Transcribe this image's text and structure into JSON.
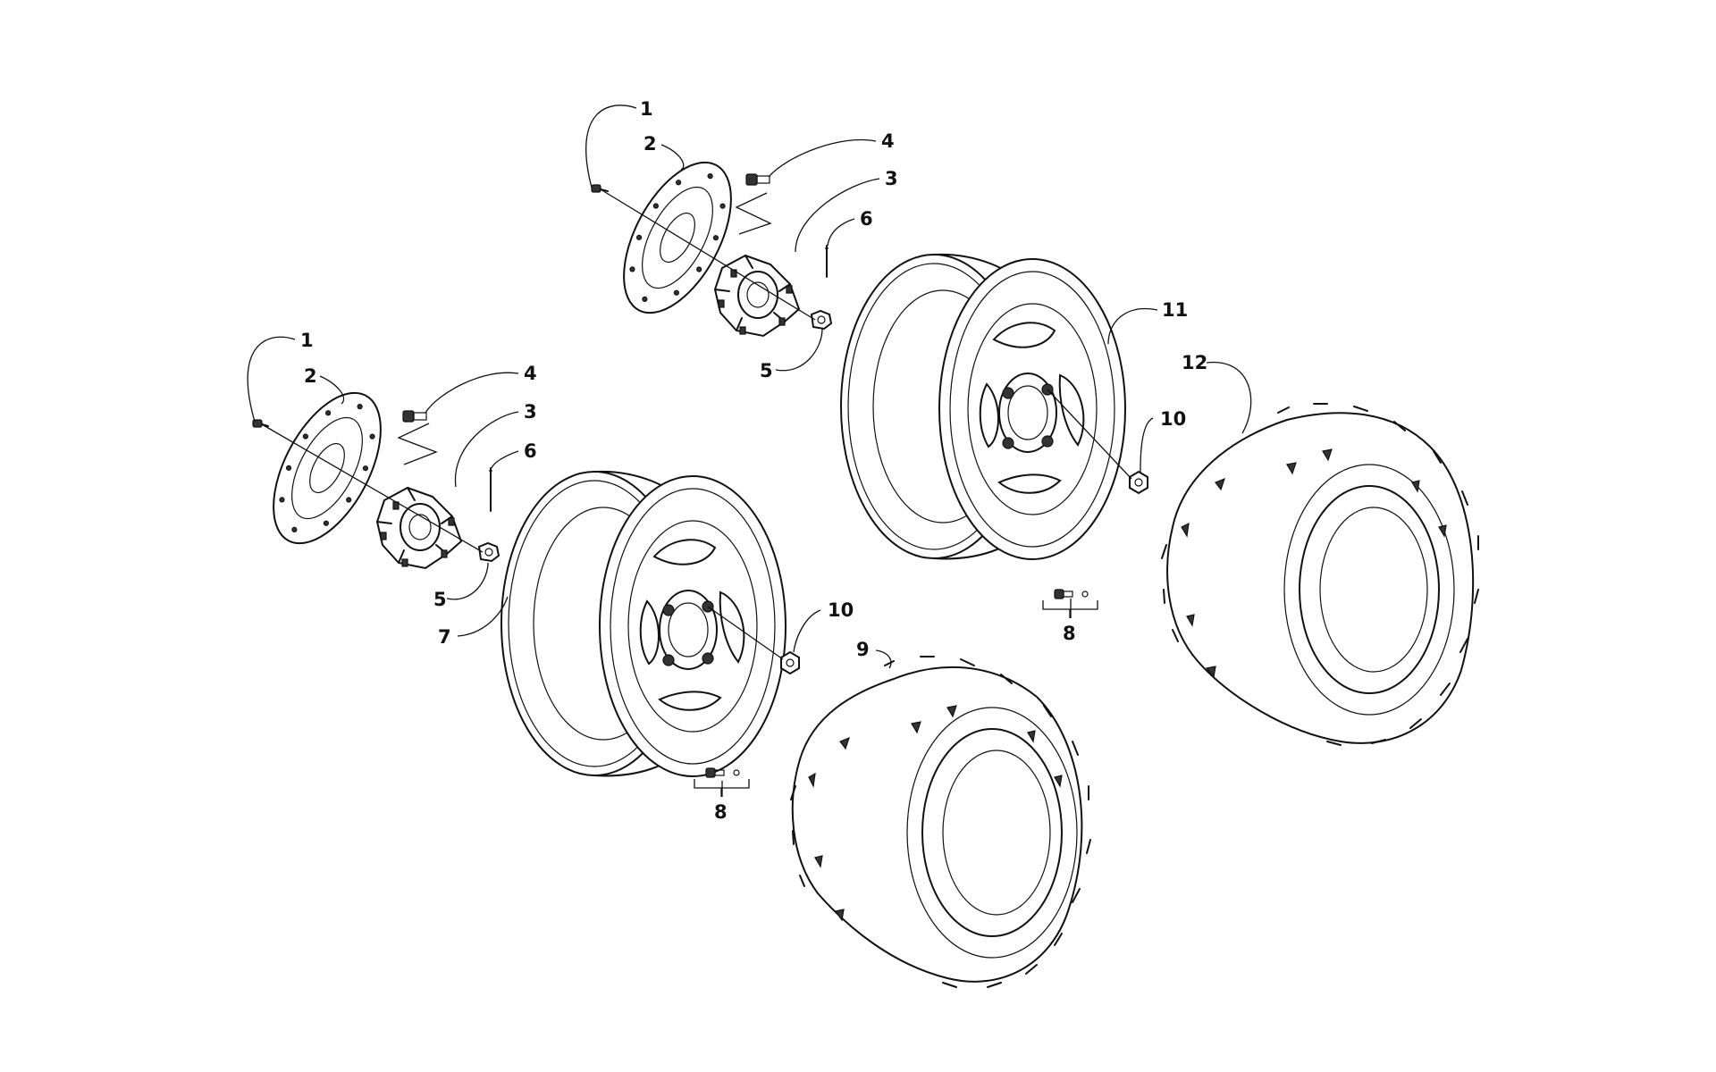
{
  "callouts": {
    "a1": "1",
    "a2": "2",
    "a3": "3",
    "a4": "4",
    "a5": "5",
    "a6": "6",
    "b1": "1",
    "b2": "2",
    "b3": "3",
    "b4": "4",
    "b5": "5",
    "b6": "6",
    "c7": "7",
    "c8": "8",
    "c10": "10",
    "d8": "8",
    "d10": "10",
    "d11": "11",
    "e9": "9",
    "e12": "12"
  },
  "colors": {
    "ink": "#111111",
    "background": "#ffffff"
  }
}
